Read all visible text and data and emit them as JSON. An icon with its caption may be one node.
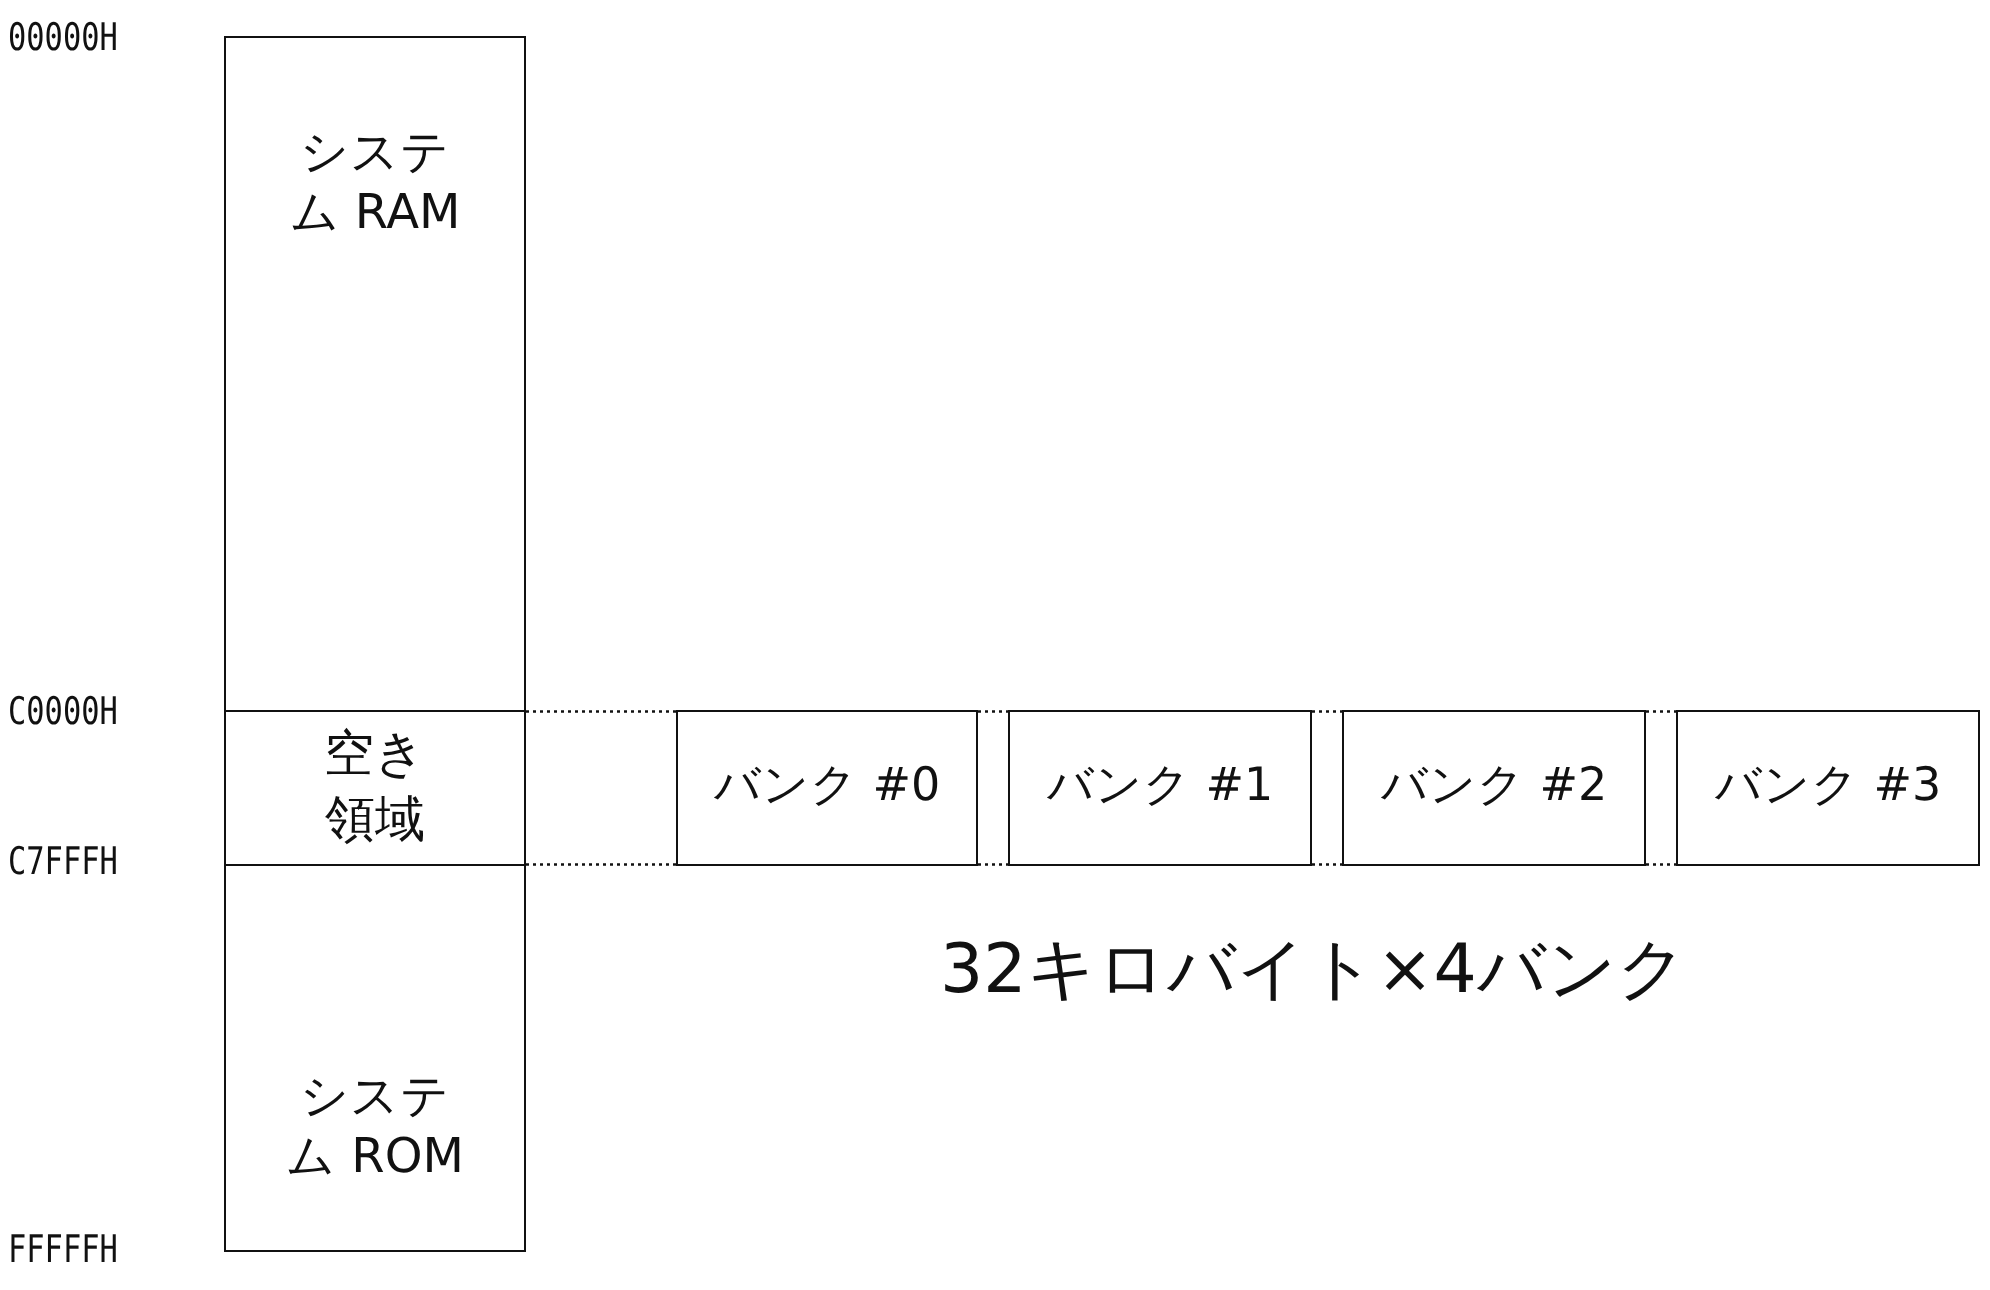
{
  "diagram": {
    "nodes": [
      {
        "text": [
          "システム RAM"
        ]
      },
      {
        "text": [
          "空き領域"
        ]
      },
      {
        "text": [
          "システム ROM"
        ]
      },
      {
        "text": [
          "バンク #0"
        ]
      },
      {
        "text": [
          "バンク #1"
        ]
      },
      {
        "text": [
          "バンク #2"
        ]
      },
      {
        "text": [
          "バンク #3"
        ]
      }
    ],
    "edges": [
      {
        "from": 1,
        "to": 3,
        "arrow": "none",
        "style": "dashed"
      },
      {
        "from": 3,
        "to": 4,
        "arrow": "none",
        "style": "dashed"
      },
      {
        "from": 4,
        "to": 5,
        "arrow": "none",
        "style": "dashed"
      },
      {
        "from": 5,
        "to": 6,
        "arrow": "none",
        "style": "dashed"
      }
    ],
    "labels": [
      "00000H",
      "C0000H",
      "C7FFFH",
      "FFFFFH",
      "32キロバイト×4バンク"
    ]
  }
}
